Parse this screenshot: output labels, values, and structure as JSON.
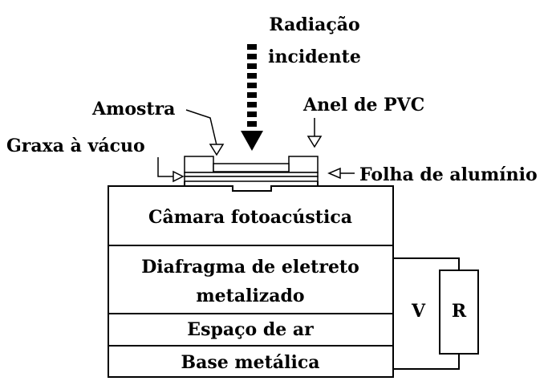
{
  "labels": {
    "radiation_line1": "Radiação",
    "radiation_line2": "incidente",
    "sample": "Amostra",
    "pvc_ring": "Anel de PVC",
    "vacuum_grease": "Graxa à vácuo",
    "aluminum_foil": "Folha de alumínio",
    "photoacoustic_chamber": "Câmara fotoacústica",
    "diaphragm_line1": "Diafragma de eletreto",
    "diaphragm_line2": "metalizado",
    "air_gap": "Espaço de ar",
    "metal_base": "Base metálica",
    "voltage": "V",
    "resistor": "R"
  }
}
